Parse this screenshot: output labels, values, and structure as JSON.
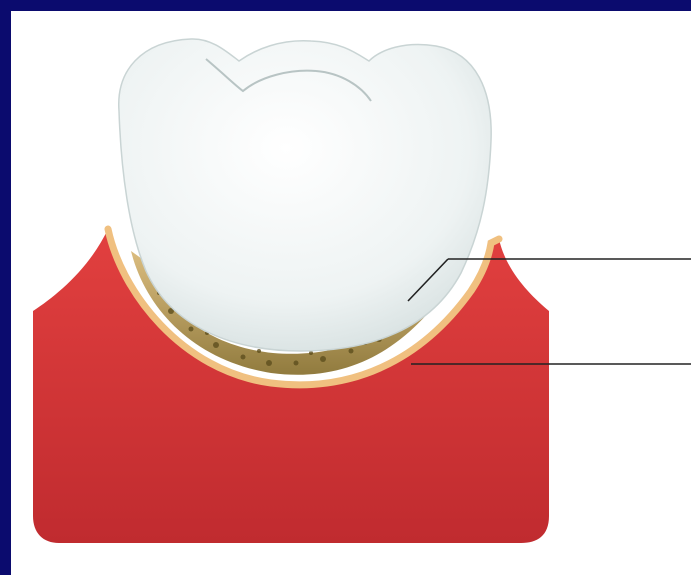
{
  "diagram": {
    "subject": "tooth-with-plaque-and-tartar",
    "colors": {
      "background_border": "#0b0b6e",
      "panel": "#ffffff",
      "gum": "#d9363a",
      "gum_dark": "#b8262b",
      "tooth_enamel": "#eef2f2",
      "plaque_band": "#c8a35a",
      "tartar": "#7a6a2e",
      "gum_edge": "#f0c080",
      "leader_line": "#222222"
    },
    "labels": [
      {
        "id": "label-1",
        "text": ""
      },
      {
        "id": "label-2",
        "text": ""
      }
    ]
  }
}
